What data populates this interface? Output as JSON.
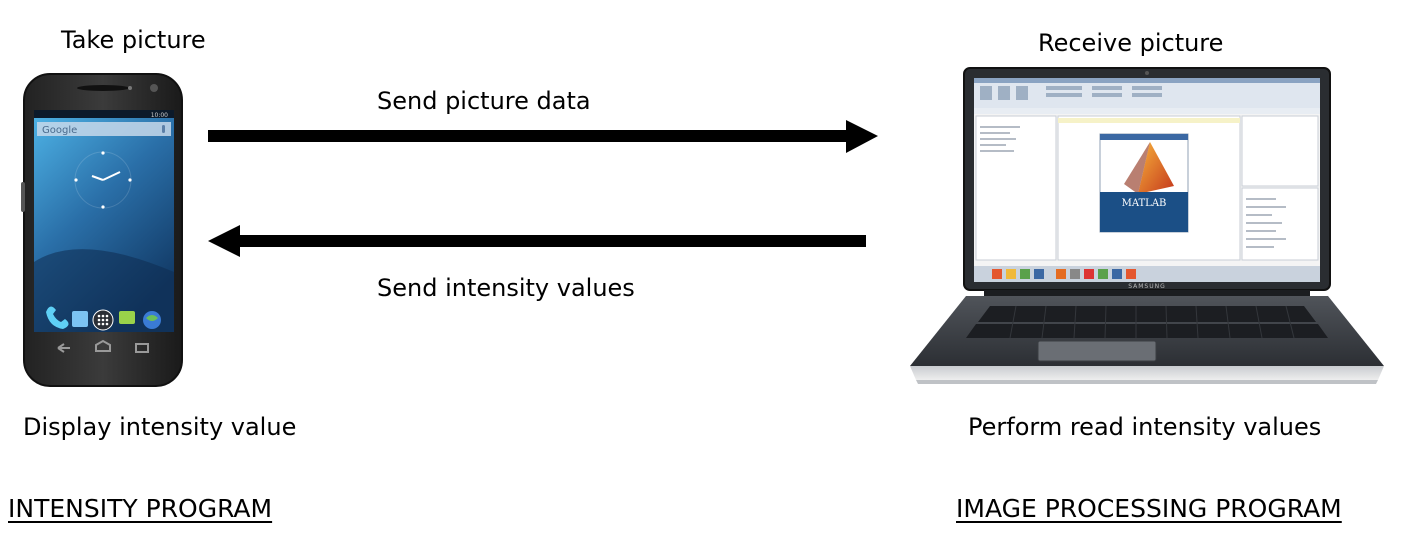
{
  "diagram": {
    "phone": {
      "caption_top": "Take picture",
      "caption_bottom": "Display intensity value",
      "program_title": "INTENSITY PROGRAM",
      "search_label": "Google",
      "clock_time": "10:00"
    },
    "laptop": {
      "caption_top": "Receive picture",
      "caption_bottom": "Perform read intensity values",
      "program_title": "IMAGE PROCESSING PROGRAM",
      "brand": "SAMSUNG",
      "screen_app": "MATLAB"
    },
    "arrows": {
      "to_laptop": "Send picture data",
      "to_phone": "Send intensity values"
    }
  },
  "colors": {
    "text": "#000000",
    "arrow": "#000000",
    "phone_screen": "#2a6fa8",
    "matlab_orange": "#e46c22",
    "laptop_body": "#3a3d42"
  }
}
